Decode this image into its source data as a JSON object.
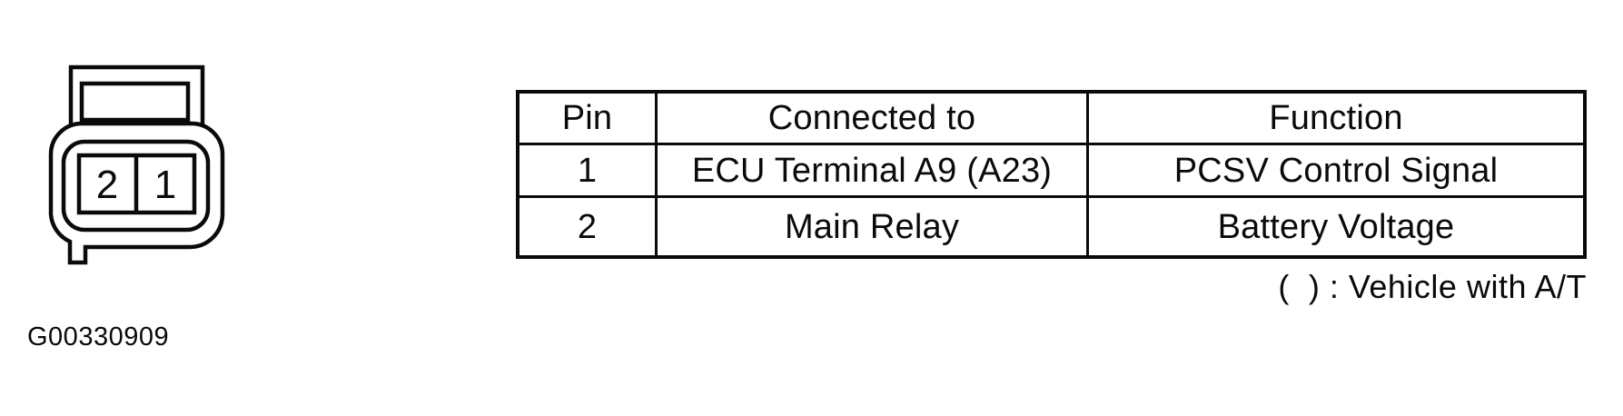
{
  "page": {
    "background": "#ffffff",
    "ink_color": "#0a0a0a"
  },
  "connector": {
    "description": "2-pin PCSV connector front view",
    "pins": [
      {
        "label": "2"
      },
      {
        "label": "1"
      }
    ]
  },
  "pin_table": {
    "headers": [
      "Pin",
      "Connected to",
      "Function"
    ],
    "rows": [
      [
        "1",
        "ECU Terminal A9 (A23)",
        "PCSV Control Signal"
      ],
      [
        "2",
        "Main Relay",
        "Battery Voltage"
      ]
    ]
  },
  "at_note": "(  ) : Vehicle with A/T",
  "figure_id": "G00330909"
}
